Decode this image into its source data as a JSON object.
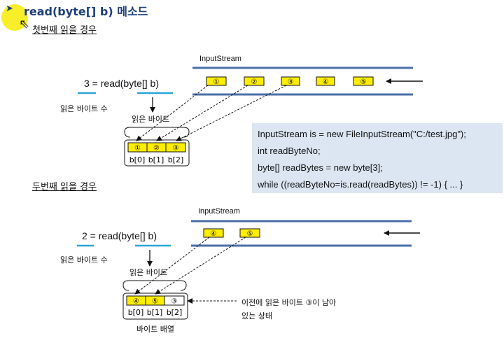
{
  "title": "read(byte[] b) 메소드",
  "first_case": {
    "heading": "첫번째 읽을 경우",
    "call": "3 = read(byte[] b)",
    "stream_label": "InputStream",
    "stream_items": [
      "①",
      "②",
      "③",
      "④",
      "⑤"
    ],
    "bytes_read_label": "읽은 바이트 수",
    "read_bytes_label": "읽은 바이트",
    "array_values": [
      "①",
      "②",
      "③"
    ],
    "array_index_labels": [
      "b[0]",
      "b[1]",
      "b[2]"
    ]
  },
  "code": {
    "lines": [
      "InputStream is = new FileInputStream(\"C:/test.jpg\");",
      "int readByteNo;",
      "byte[] readBytes = new byte[3];",
      "while ((readByteNo=is.read(readBytes)) != -1) { ... }"
    ]
  },
  "second_case": {
    "heading": "두번째 읽을 경우",
    "call": "2 = read(byte[] b)",
    "stream_label": "InputStream",
    "stream_items": [
      "④",
      "⑤"
    ],
    "bytes_read_label": "읽은 바이트 수",
    "read_bytes_label": "읽은 바이트",
    "array_values": [
      "④",
      "⑤",
      "③"
    ],
    "array_index_labels": [
      "b[0]",
      "b[1]",
      "b[2]"
    ],
    "array_caption": "바이트 배열",
    "note_line1": "이전에 읽은 바이트 ③이 남아",
    "note_line2": "있는 상태"
  },
  "colors": {
    "title": "#1f3f7a",
    "stream_line": "#4a6fa5",
    "accent_line": "#2aa4d8",
    "cell_fill": "#ffee00",
    "code_bg": "#dce6f2"
  }
}
